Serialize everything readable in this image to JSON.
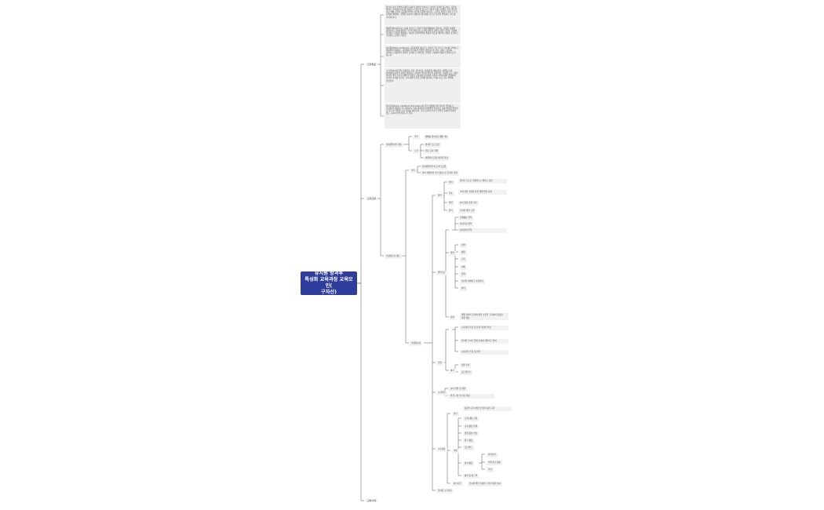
{
  "root": {
    "title": "유치원 방과후\n특성화 교육과정 교육모인(\n구자선)"
  },
  "sections": [
    "교과목표",
    "교과교육",
    "교육사례"
  ],
  "goal_paragraphs": [
    "유아가 자신 주변의 다양한 사회적 현상을 인식하고 관심을 가지며 탐구하는 가운데 올바른 가치관과 태도를 형성할 수 있도록 돕는다. 나아가 사회 구성원으로서 필요한 기본 생활 습관과 공동체 의식을 기르며 더불어 살아가는 능력을 기른다. 유아 스스로 문제를 해결하는 경험을 통하여 자율성과 창의성을 기르고 자신을 존중하는 태도를 가지게 한다.",
    "생활주제(이야기나누기)를 중심으로 유아가 일상생활에서 경험하는 다양한 상황을 이야기하고 함께 생각을 나누며 의사소통 능력과 사회적 관계 능력을 기른다. 또래와 협력하고 갈등을 해결하는 과정을 통해 배려와 존중의 태도를 배우며 감정을 표현하고 조절하는 능력을 기른다.",
    "놀이중심(Play-centered) 교육과정을 바탕으로 유아가 주도적으로 놀이를 선택하고 계획하며 참여하는 과정에서 즐거움과 몰입을 경험하도록 한다. 교사는 놀이를 관찰하고 지원하며 유아의 흥미와 요구에 맞는 환경을 구성하여 배움이 일어나도록 돕는다.",
    "누리과정(5개 영역 신체운동·건강, 의사소통, 사회관계, 예술경험, 자연탐구)과 연계하여 통합적 경험을 제공하고 유아의 전인적 발달을 지원한다. 특성화 프로그램은 유아의 발달 수준과 개별적 특성을 고려하여 운영하며 가정과 지역사회와 연계하여 교육의 효과를 높인다. 교육과정의 운영 결과를 평가하고 이를 다음 교육 계획에 반영한다.",
    "유아교육(Early Childhood Education)의 기본 방향에 따라 유아가 행복하고 건강하게 성장하도록 지원하며, 유아 개개인의 잠재력을 발견하고 이를 최대한 발휘할 수 있도록 다양한 교육 기회를 제공한다. 또한 교사와 부모의 협력을 통하여 일관성 있는 교육이 이루어지도록 한다."
  ],
  "edu": {
    "intro": {
      "label": "유치원방과후 개요",
      "purpose_k": "목적",
      "purpose_v": "생애를 살아가는데에 기반",
      "cond_k": "조건",
      "cond_items": [
        "방과후 프로그램",
        "전문 교사 지원",
        "체계적인 운영 계획과 환경"
      ]
    },
    "spec": {
      "label": "특성화교육 개요",
      "meaning_k": "의미",
      "meaning_items": [
        "유치원방과후의 교과가 포함",
        "유아 개개인의 흥미 중심으로 운영된 과정"
      ],
      "deep": {
        "label": "특성화교육",
        "k1": "영역",
        "sub1": [
          {
            "k": "정의",
            "v": "유아가 스스로 주체적으로 배우는 경험"
          },
          {
            "k": "목표",
            "v": "가치 통합 경험을 통한 개별 발달 지원"
          }
        ],
        "k1_extra": [
          {
            "k": "방향",
            "v": "놀이 중심 통합 교육"
          },
          {
            "k": "원리",
            "v": "흥미와 발달 고려"
          }
        ],
        "k2": "영역구분",
        "k2_items": [
          "신체활동 영역",
          "의사소통 영역",
          "사회관계 영역"
        ],
        "k3": "방법",
        "k3_items": [
          "관찰",
          "활용",
          "교육",
          "이해",
          "연계",
          "자신을 이해하고 표현하기",
          "평가"
        ],
        "k3_tail_k": "지원",
        "k3_tail_v": "개별 유아의 흥미와 발달 수준을 고려하여 맞춤형 지원 제공",
        "k4": "운영",
        "k4_items": [
          "교육계획 수립 및 운영 과정의 반영",
          "유아와 교사가 함께 놀이를 계획하고 참여",
          "가정과의 소통 및 협력"
        ],
        "k4b": "평가",
        "k4b_items": [
          "관찰 기록",
          "포트폴리오"
        ],
        "k5": "교사역할",
        "k5_items": [
          "놀이 관찰 및 지원",
          "환경 구성 및 자료 제공"
        ],
        "k6": "교육내용",
        "k6_items": [
          {
            "k": "원리",
            "v": "통합적 교육 실현 및 유아 중심 교육"
          },
          {
            "k": "내용",
            "v": "교과 내용 구성"
          }
        ],
        "k6_sub": [
          "교과 활동 연계",
          "경험 중심 학습",
          "탐구 활동",
          "프로젝트",
          "놀이 활동"
        ],
        "k6_sub_detail": [
          "자유놀이",
          "주제 탐구 활동",
          "기타"
        ],
        "k6_tail": "평가 및 피드백",
        "k7": "평가기준",
        "k7_v": "유아의 발달 특성을 고려한 평가 실시",
        "k8": "유치원 교육과정"
      }
    }
  }
}
